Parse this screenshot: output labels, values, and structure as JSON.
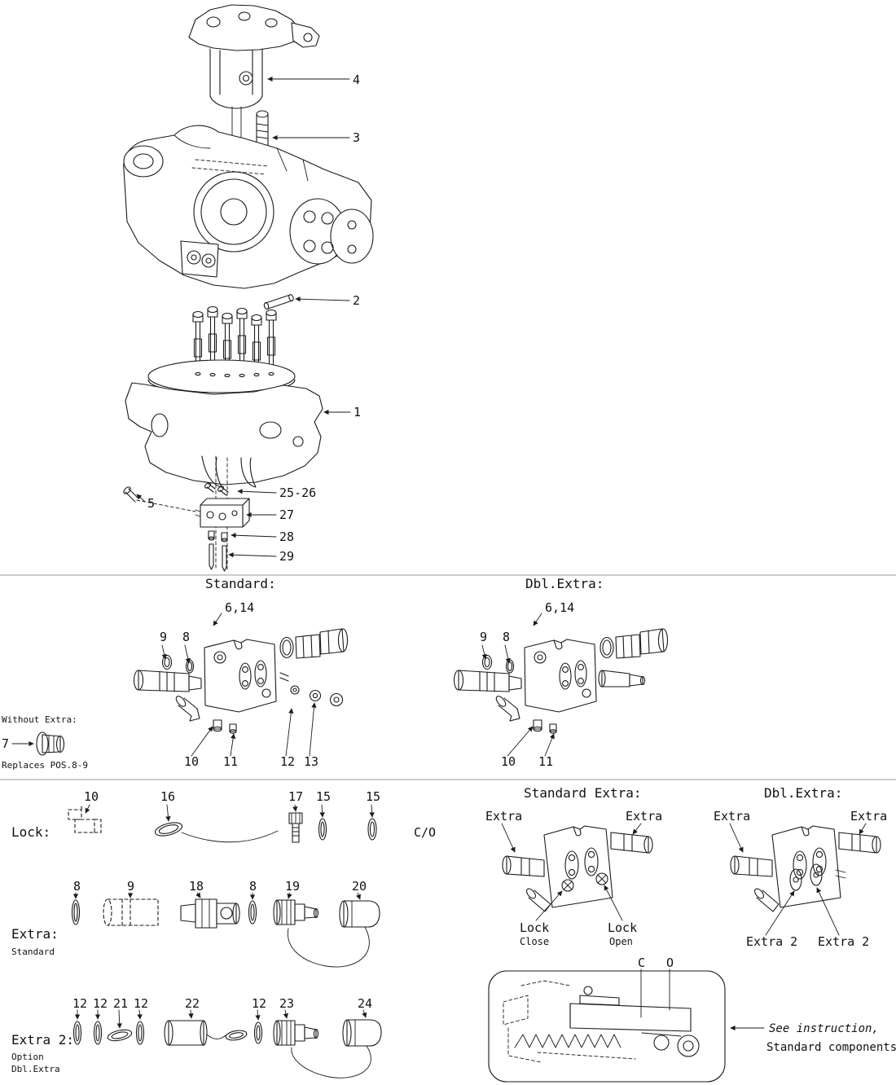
{
  "palette": {
    "ink": "#1a1a1a",
    "bg": "#ffffff",
    "divider": "#9a9a9a"
  },
  "top_section": {
    "callouts": {
      "part4": "4",
      "part3": "3",
      "part2": "2",
      "part1": "1",
      "part25_26": "25-26",
      "part27": "27",
      "part28": "28",
      "part29": "29",
      "part5": "5"
    }
  },
  "middle_section": {
    "standard": {
      "title": "Standard:",
      "callouts": {
        "c6_14": "6,14",
        "c9": "9",
        "c8": "8",
        "c10": "10",
        "c11": "11",
        "c12": "12",
        "c13": "13"
      }
    },
    "dbl_extra": {
      "title": "Dbl.Extra:",
      "callouts": {
        "c6_14": "6,14",
        "c9": "9",
        "c8": "8",
        "c10": "10",
        "c11": "11"
      }
    },
    "without_extra": {
      "title": "Without Extra:",
      "callout7": "7",
      "note": "Replaces POS.8-9"
    }
  },
  "bottom_section": {
    "lock_row": {
      "label": "Lock:",
      "callouts": {
        "c10": "10",
        "c16": "16",
        "c17": "17",
        "c15a": "15",
        "c15b": "15"
      }
    },
    "co_label": "C/O",
    "standard_extra": {
      "title": "Standard Extra:",
      "extra_left": "Extra",
      "extra_right": "Extra",
      "lock_close_line1": "Lock",
      "lock_close_line2": "Close",
      "lock_open_line1": "Lock",
      "lock_open_line2": "Open"
    },
    "dbl_extra": {
      "title": "Dbl.Extra:",
      "extra_left": "Extra",
      "extra_right": "Extra",
      "extra2_left": "Extra 2",
      "extra2_right": "Extra 2"
    },
    "extra_row": {
      "label": "Extra:",
      "sublabel": "Standard",
      "callouts": {
        "c8a": "8",
        "c9": "9",
        "c18": "18",
        "c8b": "8",
        "c19": "19",
        "c20": "20"
      }
    },
    "extra2_row": {
      "label": "Extra 2:",
      "sublabel1": "Option",
      "sublabel2": "Dbl.Extra",
      "callouts": {
        "c12a": "12",
        "c12b": "12",
        "c21": "21",
        "c12c": "12",
        "c22": "22",
        "c12d": "12",
        "c23": "23",
        "c24": "24"
      }
    },
    "instruction": {
      "c_label": "C",
      "o_label": "O",
      "note_line1": "See instruction,",
      "note_line2": "Standard components"
    }
  }
}
